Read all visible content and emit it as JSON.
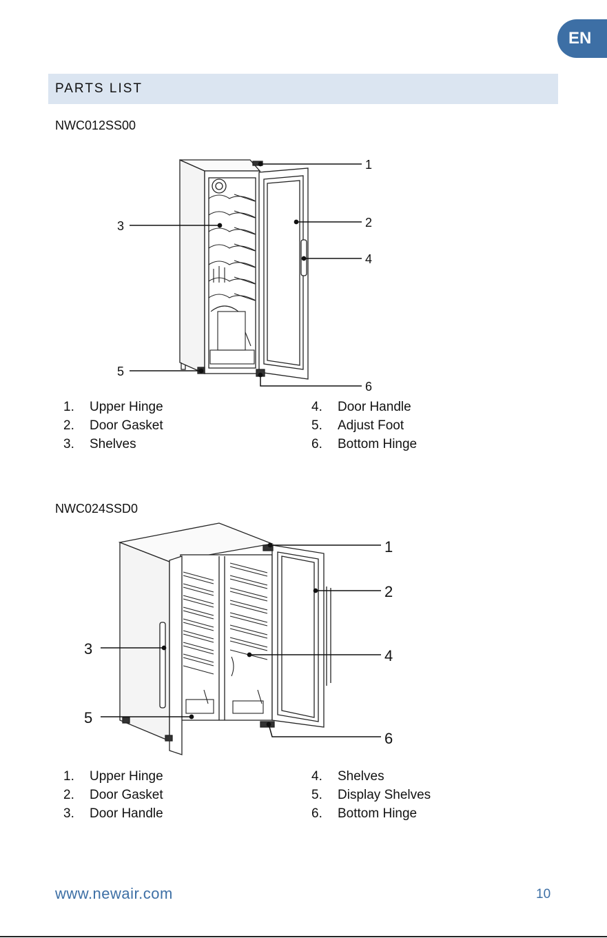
{
  "lang_tab": "EN",
  "section_title": "PARTS LIST",
  "models": [
    {
      "name": "NWC012SS00",
      "callouts": [
        "1",
        "2",
        "3",
        "4",
        "5",
        "6"
      ],
      "parts": [
        {
          "num": "1.",
          "label": "Upper Hinge"
        },
        {
          "num": "2.",
          "label": "Door Gasket"
        },
        {
          "num": "3.",
          "label": "Shelves"
        },
        {
          "num": "4.",
          "label": "Door Handle"
        },
        {
          "num": "5.",
          "label": "Adjust Foot"
        },
        {
          "num": "6.",
          "label": "Bottom Hinge"
        }
      ]
    },
    {
      "name": "NWC024SSD0",
      "callouts": [
        "1",
        "2",
        "3",
        "4",
        "5",
        "6"
      ],
      "parts": [
        {
          "num": "1.",
          "label": "Upper Hinge"
        },
        {
          "num": "2.",
          "label": "Door Gasket"
        },
        {
          "num": "3.",
          "label": "Door Handle"
        },
        {
          "num": "4.",
          "label": "Shelves"
        },
        {
          "num": "5.",
          "label": "Display Shelves"
        },
        {
          "num": "6.",
          "label": "Bottom Hinge"
        }
      ]
    }
  ],
  "footer": {
    "url": "www.newair.com",
    "page": "10"
  },
  "colors": {
    "accent": "#3d6fa5",
    "band": "#dbe5f1"
  }
}
